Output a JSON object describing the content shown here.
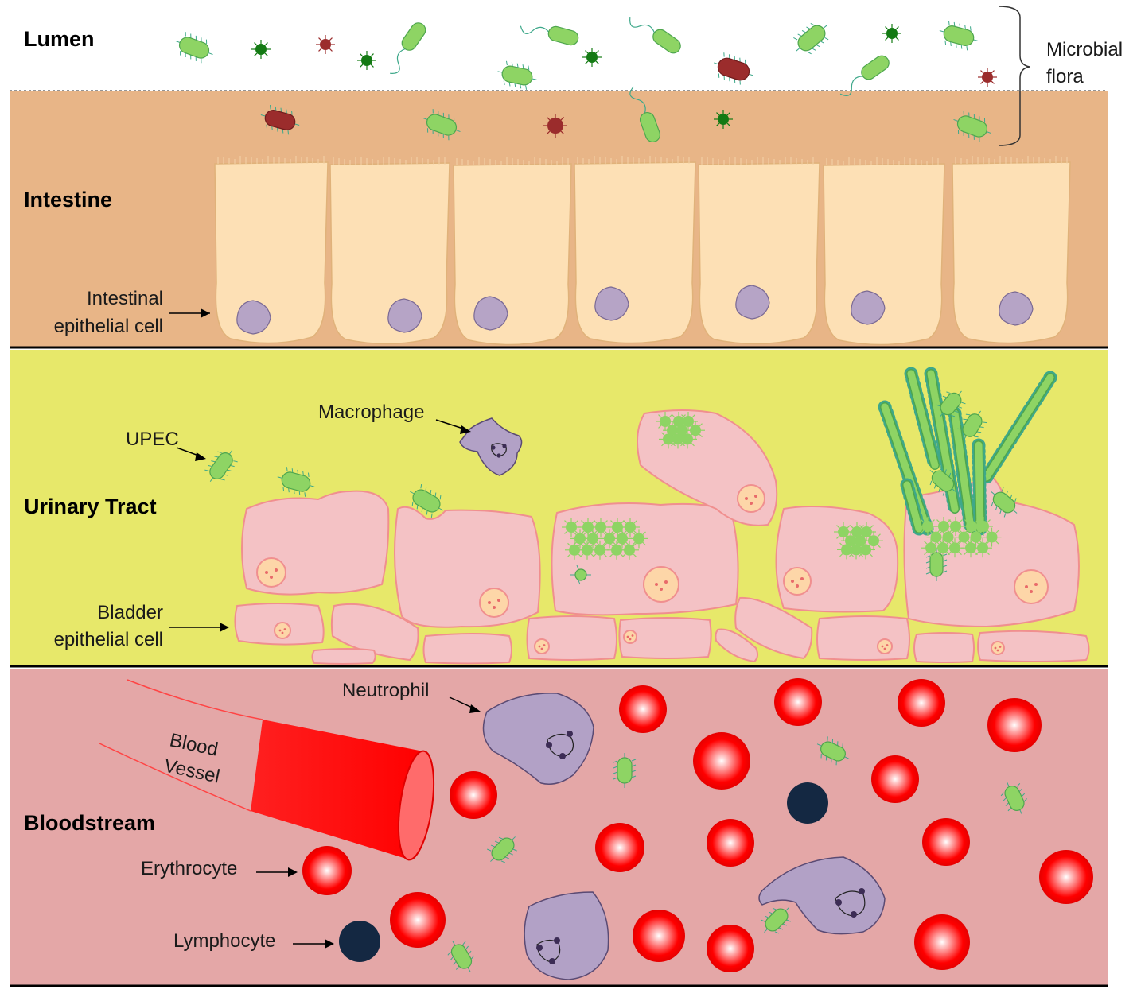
{
  "regions": {
    "lumen": "Lumen",
    "intestine": "Intestine",
    "urinary_tract": "Urinary Tract",
    "bloodstream": "Bloodstream"
  },
  "labels": {
    "microbial_flora": [
      "Microbial",
      "flora"
    ],
    "intestinal_epithelial_cell": [
      "Intestinal",
      "epithelial cell"
    ],
    "upec": "UPEC",
    "macrophage": "Macrophage",
    "bladder_epithelial_cell": [
      "Bladder",
      "epithelial cell"
    ],
    "neutrophil": "Neutrophil",
    "blood_vessel": [
      "Blood",
      "Vessel"
    ],
    "erythrocyte": "Erythrocyte",
    "lymphocyte": "Lymphocyte"
  },
  "colors": {
    "intestine_bg": "#e8b587",
    "urinary_bg": "#e7e86a",
    "blood_bg": "#e4a7a7",
    "epithelial_cell": "#fde0b5",
    "nucleus": "#b6a4c6",
    "bladder_cell": "#f4c2c5",
    "bacteria_green": "#8ed464",
    "bacteria_dark_red": "#9b2c2c",
    "bacteria_dark_green": "#137a13",
    "erythrocyte": "#ff0000",
    "lymphocyte": "#142842",
    "immune_cell": "#b2a1c6",
    "blood_vessel": "#ff0000"
  }
}
